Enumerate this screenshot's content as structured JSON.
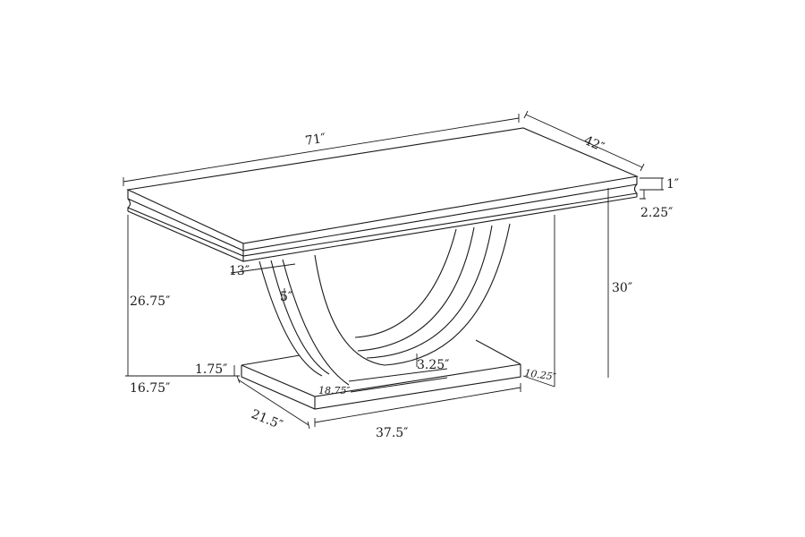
{
  "dimensions": {
    "length": "71″",
    "width": "42″",
    "top_thickness": "1″",
    "edge_height": "2.25″",
    "height": "30″",
    "clearance": "26.75″",
    "arc_width": "13″",
    "arc_band": "5″",
    "base_height": "1.75″",
    "overhang": "16.75″",
    "base_depth": "21.5″",
    "base_length": "37.5″",
    "pedestal_gap": "3.25″",
    "inner_length": "18.75″",
    "side_offset": "10.25″"
  },
  "colors": {
    "line": "#1a1a1a",
    "background": "#ffffff"
  }
}
